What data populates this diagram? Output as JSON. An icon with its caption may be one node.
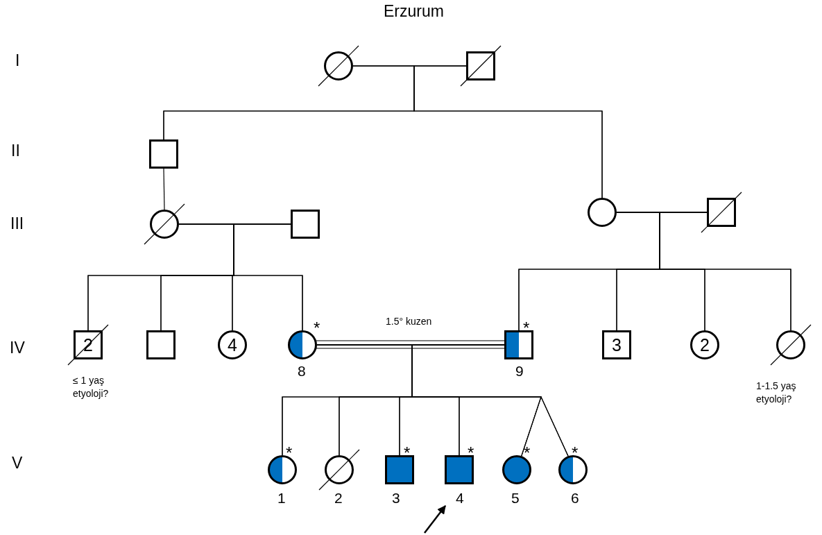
{
  "diagram": {
    "title": "Erzurum",
    "nodes": [
      {
        "text": [],
        "shape": "circle"
      },
      {
        "text": [],
        "shape": "box"
      },
      {
        "text": [],
        "shape": "box"
      },
      {
        "text": [],
        "shape": "circle"
      },
      {
        "text": [],
        "shape": "box"
      },
      {
        "text": [],
        "shape": "circle"
      },
      {
        "text": [],
        "shape": "box"
      },
      {
        "text": [
          "2"
        ],
        "beside": [
          "≤ 1 yaş etyoloji?"
        ]
      },
      {
        "text": [],
        "shape": "box"
      },
      {
        "text": [
          "4"
        ]
      },
      {
        "text": [],
        "shape": "circle",
        "beside": [
          "*",
          "8"
        ]
      },
      {
        "text": [],
        "shape": "box",
        "beside": [
          "*",
          "9"
        ]
      },
      {
        "text": [
          "3"
        ]
      },
      {
        "text": [
          "2"
        ]
      },
      {
        "text": [],
        "shape": "circle",
        "beside": [
          "1-1.5 yaş etyoloji?"
        ]
      },
      {
        "text": [],
        "shape": "circle",
        "beside": [
          "*",
          "1"
        ]
      },
      {
        "text": [],
        "shape": "circle",
        "beside": [
          "2"
        ]
      },
      {
        "text": [],
        "shape": "box",
        "beside": [
          "*",
          "3"
        ]
      },
      {
        "text": [],
        "shape": "box",
        "beside": [
          "*",
          "4"
        ]
      },
      {
        "text": [],
        "shape": "circle",
        "beside": [
          "*",
          "5"
        ]
      },
      {
        "text": [],
        "shape": "circle",
        "beside": [
          "*",
          "6"
        ]
      }
    ],
    "edges": [
      {
        "from": 0,
        "to": 1,
        "arrow": "none"
      },
      {
        "from": 0,
        "to": 2,
        "arrow": "none"
      },
      {
        "from": 1,
        "to": 2,
        "arrow": "none"
      },
      {
        "from": 0,
        "to": 5,
        "arrow": "none"
      },
      {
        "from": 1,
        "to": 5,
        "arrow": "none"
      },
      {
        "from": 2,
        "to": 3,
        "arrow": "none"
      },
      {
        "from": 3,
        "to": 4,
        "arrow": "none"
      },
      {
        "from": 3,
        "to": 7,
        "arrow": "none"
      },
      {
        "from": 4,
        "to": 7,
        "arrow": "none"
      },
      {
        "from": 3,
        "to": 8,
        "arrow": "none"
      },
      {
        "from": 4,
        "to": 8,
        "arrow": "none"
      },
      {
        "from": 3,
        "to": 9,
        "arrow": "none"
      },
      {
        "from": 4,
        "to": 9,
        "arrow": "none"
      },
      {
        "from": 3,
        "to": 10,
        "arrow": "none"
      },
      {
        "from": 4,
        "to": 10,
        "arrow": "none"
      },
      {
        "from": 5,
        "to": 6,
        "arrow": "none"
      },
      {
        "from": 5,
        "to": 11,
        "arrow": "none"
      },
      {
        "from": 6,
        "to": 11,
        "arrow": "none"
      },
      {
        "from": 5,
        "to": 12,
        "arrow": "none"
      },
      {
        "from": 6,
        "to": 12,
        "arrow": "none"
      },
      {
        "from": 5,
        "to": 13,
        "arrow": "none"
      },
      {
        "from": 6,
        "to": 13,
        "arrow": "none"
      },
      {
        "from": 5,
        "to": 14,
        "arrow": "none"
      },
      {
        "from": 6,
        "to": 14,
        "arrow": "none"
      },
      {
        "from": 10,
        "to": 11,
        "arrow": "none",
        "label": "1.5° kuzen"
      },
      {
        "from": 10,
        "to": 15,
        "arrow": "none"
      },
      {
        "from": 11,
        "to": 15,
        "arrow": "none"
      },
      {
        "from": 10,
        "to": 16,
        "arrow": "none"
      },
      {
        "from": 11,
        "to": 16,
        "arrow": "none"
      },
      {
        "from": 10,
        "to": 17,
        "arrow": "none"
      },
      {
        "from": 11,
        "to": 17,
        "arrow": "none"
      },
      {
        "from": 10,
        "to": 18,
        "arrow": "none"
      },
      {
        "from": 11,
        "to": 18,
        "arrow": "none"
      },
      {
        "from": 10,
        "to": 19,
        "arrow": "none"
      },
      {
        "from": 11,
        "to": 19,
        "arrow": "none"
      },
      {
        "from": 10,
        "to": 20,
        "arrow": "none"
      },
      {
        "from": 11,
        "to": 20,
        "arrow": "none"
      },
      {
        "from": null,
        "to": 18,
        "arrow": "to"
      }
    ],
    "labels": [
      "I",
      "II",
      "III",
      "IV",
      "V"
    ]
  }
}
